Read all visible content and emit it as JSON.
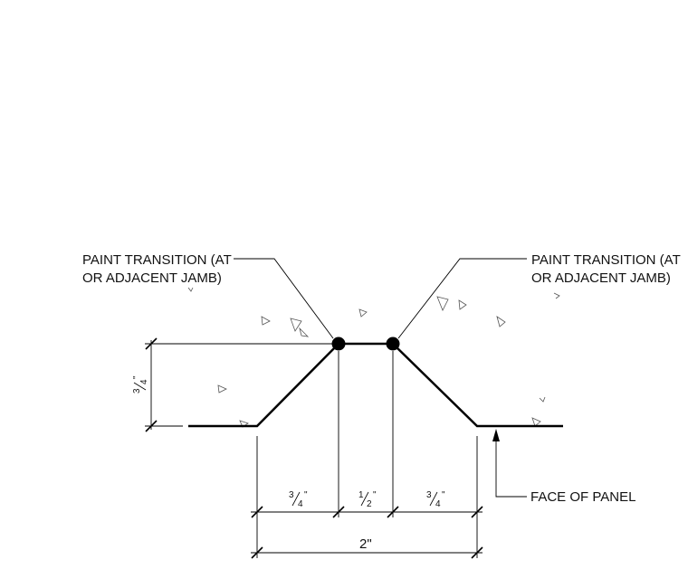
{
  "callouts": {
    "left": {
      "line1": "PAINT TRANSITION (AT",
      "line2": "OR ADJACENT JAMB)"
    },
    "right": {
      "line1": "PAINT TRANSITION (AT",
      "line2": "OR ADJACENT JAMB)"
    },
    "face": "FACE OF PANEL"
  },
  "dimensions": {
    "vertical_depth": {
      "num": "3",
      "den": "4",
      "unit": "\""
    },
    "left_slope": {
      "num": "3",
      "den": "4",
      "unit": "\""
    },
    "center_flat": {
      "num": "1",
      "den": "2",
      "unit": "\""
    },
    "right_slope": {
      "num": "3",
      "den": "4",
      "unit": "\""
    },
    "overall": "2\""
  }
}
